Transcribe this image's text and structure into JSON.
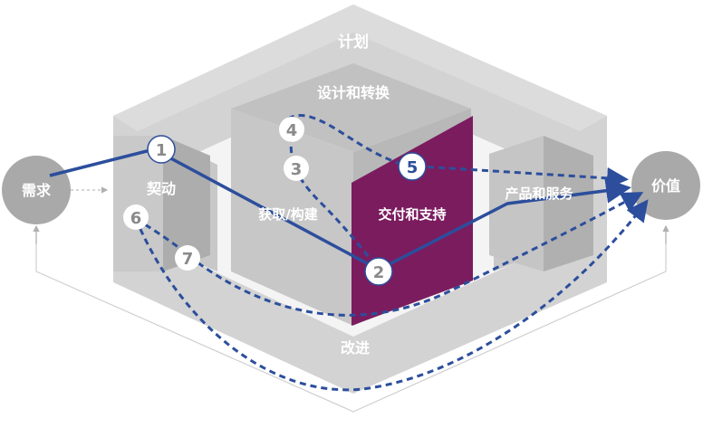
{
  "labels": {
    "plan": "计划",
    "design_transition": "设计和转换",
    "engage": "契动",
    "obtain_build": "获取/构建",
    "deliver_support": "交付和支持",
    "products_services": "产品和服务",
    "improve": "改进",
    "demand": "需求",
    "value": "价值"
  },
  "steps": [
    "1",
    "2",
    "3",
    "4",
    "5",
    "6",
    "7"
  ],
  "colors": {
    "frame": "#d2d2d2",
    "frame_side": "#c4c4c4",
    "box": "#b5b5b5",
    "deliver": "#7b1c5f",
    "path": "#2c4e9c",
    "circle": "#a9a9a9",
    "step_circle": "#ffffff"
  }
}
